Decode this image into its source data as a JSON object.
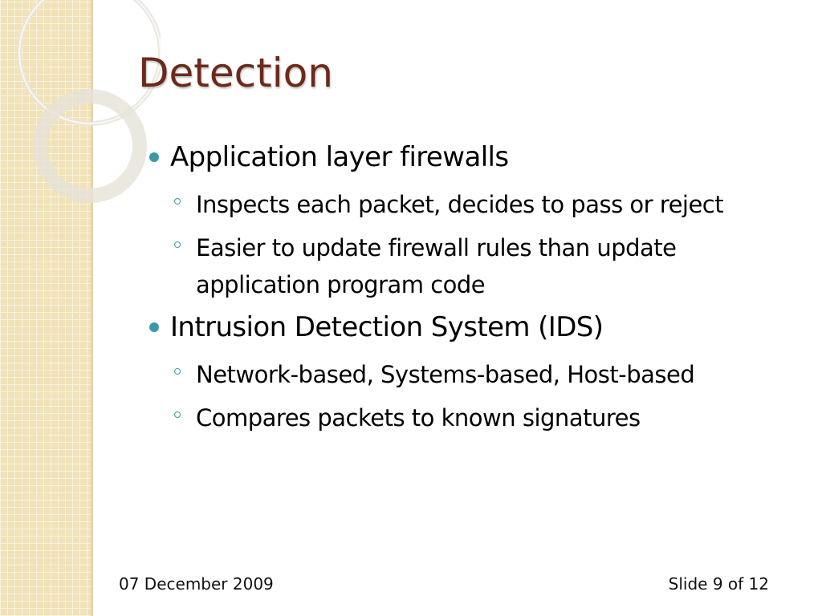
{
  "slide": {
    "title": "Detection",
    "bullets": [
      {
        "text": "Application layer firewalls",
        "sub": [
          "Inspects each packet, decides to pass or reject",
          "Easier to update firewall rules than update application program code"
        ]
      },
      {
        "text": "Intrusion Detection System (IDS)",
        "sub": [
          "Network-based, Systems-based, Host-based",
          "Compares packets to known signatures"
        ]
      }
    ]
  },
  "footer": {
    "date": "07 December 2009",
    "slide_number": "Slide 9 of 12"
  },
  "colors": {
    "title": "#6b2a1a",
    "bullet": "#3d99a8",
    "side_strip": "#f1e2b8"
  }
}
